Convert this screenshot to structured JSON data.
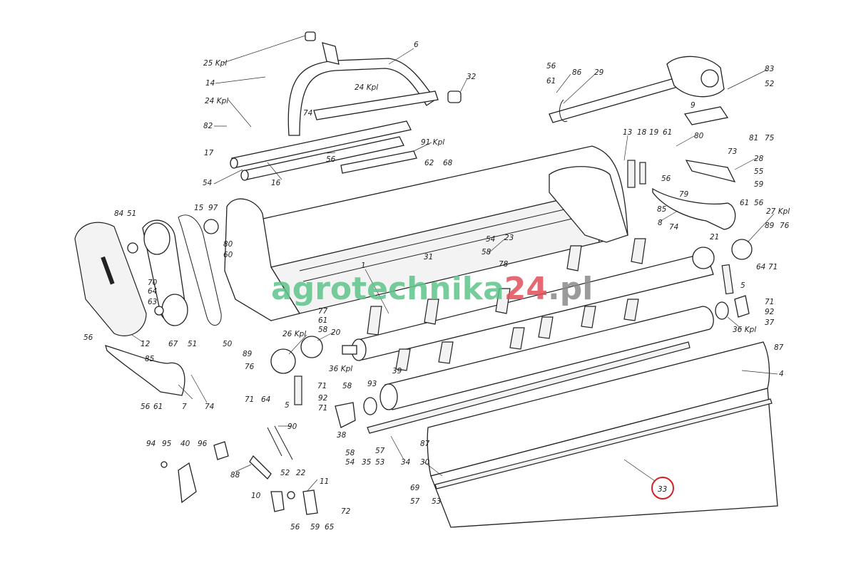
{
  "watermark": {
    "part1": "agrotechnika",
    "part2": "24",
    "part3": ".pl",
    "colors": {
      "green": "#5fc58a",
      "red": "#e0505a",
      "gray": "#8a8a8a"
    }
  },
  "highlight": {
    "label": "33",
    "color": "#d42020"
  },
  "labels": [
    "25 Kpl",
    "14",
    "24 Kpl",
    "82",
    "17",
    "54",
    "16",
    "6",
    "24 Kpl",
    "74",
    "32",
    "56",
    "91 Kpl",
    "62",
    "68",
    "15",
    "97",
    "84",
    "51",
    "80",
    "60",
    "70",
    "64",
    "63",
    "77",
    "61",
    "58",
    "12",
    "67",
    "51",
    "50",
    "56",
    "85",
    "7",
    "74",
    "56",
    "61",
    "89",
    "76",
    "71",
    "64",
    "26 Kpl",
    "20",
    "5",
    "36 Kpl",
    "93",
    "39",
    "71",
    "58",
    "92",
    "71",
    "38",
    "58",
    "54",
    "35",
    "57",
    "53",
    "34",
    "30",
    "87",
    "69",
    "57",
    "53",
    "90",
    "94",
    "95",
    "40",
    "96",
    "88",
    "52",
    "22",
    "11",
    "10",
    "72",
    "56",
    "59",
    "65",
    "54",
    "58",
    "23",
    "31",
    "78",
    "1",
    "56",
    "61",
    "86",
    "29",
    "83",
    "52",
    "9",
    "81",
    "75",
    "73",
    "13",
    "18",
    "19",
    "61",
    "80",
    "28",
    "55",
    "59",
    "56",
    "79",
    "85",
    "8",
    "74",
    "61",
    "56",
    "27 Kpl",
    "89",
    "76",
    "21",
    "64",
    "71",
    "5",
    "71",
    "92",
    "37",
    "36 Kpl",
    "87",
    "4"
  ]
}
